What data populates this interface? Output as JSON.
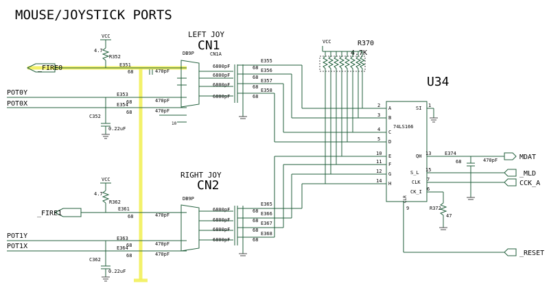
{
  "title": "MOUSE/JOYSTICK PORTS",
  "left_joy": {
    "label": "LEFT JOY",
    "ref": "CN1",
    "part": "DB9P",
    "sub": "CN1A"
  },
  "right_joy": {
    "label": "RIGHT JOY",
    "ref": "CN2",
    "part": "DB9P"
  },
  "chip": {
    "ref": "U34",
    "part": "74LS166",
    "pins_left": [
      {
        "num": "2",
        "name": "A"
      },
      {
        "num": "3",
        "name": "B"
      },
      {
        "num": "4",
        "name": "C"
      },
      {
        "num": "5",
        "name": "D"
      },
      {
        "num": "10",
        "name": "E"
      },
      {
        "num": "11",
        "name": "F"
      },
      {
        "num": "12",
        "name": "G"
      },
      {
        "num": "14",
        "name": "H"
      }
    ],
    "pins_right": [
      {
        "num": "1",
        "name": "SI"
      },
      {
        "num": "13",
        "name": "QH"
      },
      {
        "num": "15",
        "name": "S_L"
      },
      {
        "num": "7",
        "name": "CLK"
      },
      {
        "num": "6",
        "name": "CK_I"
      }
    ],
    "clr_label": "CLR",
    "clr_pin": "9"
  },
  "nets": {
    "fire0": "_FIRE0",
    "fire1": "_FIRE1",
    "pot0y": "POT0Y",
    "pot0x": "POT0X",
    "pot1y": "POT1Y",
    "pot1x": "POT1X",
    "mdat": "MDAT",
    "mld": "_MLD",
    "cck": "CCK_A",
    "reset": "_RESET"
  },
  "parts": {
    "vcc": "VCC",
    "r352": "R352",
    "r362": "R362",
    "r370": "R370",
    "r372": "R372",
    "r_val": "4.7",
    "r370_val": "4.7K",
    "r372_val": "47",
    "e351": "E351",
    "e353": "E353",
    "e354": "E354",
    "e361": "E361",
    "e363": "E363",
    "e364": "E364",
    "e355": "E355",
    "e356": "E356",
    "e357": "E357",
    "e358": "E358",
    "e365": "E365",
    "e366": "E366",
    "e367": "E367",
    "e368": "E368",
    "e374": "E374",
    "c352": "C352",
    "c362": "C362",
    "cap_470": "470pF",
    "cap_6800": "6800pF",
    "cap_022": "0.22uF",
    "ferrite": "68"
  }
}
